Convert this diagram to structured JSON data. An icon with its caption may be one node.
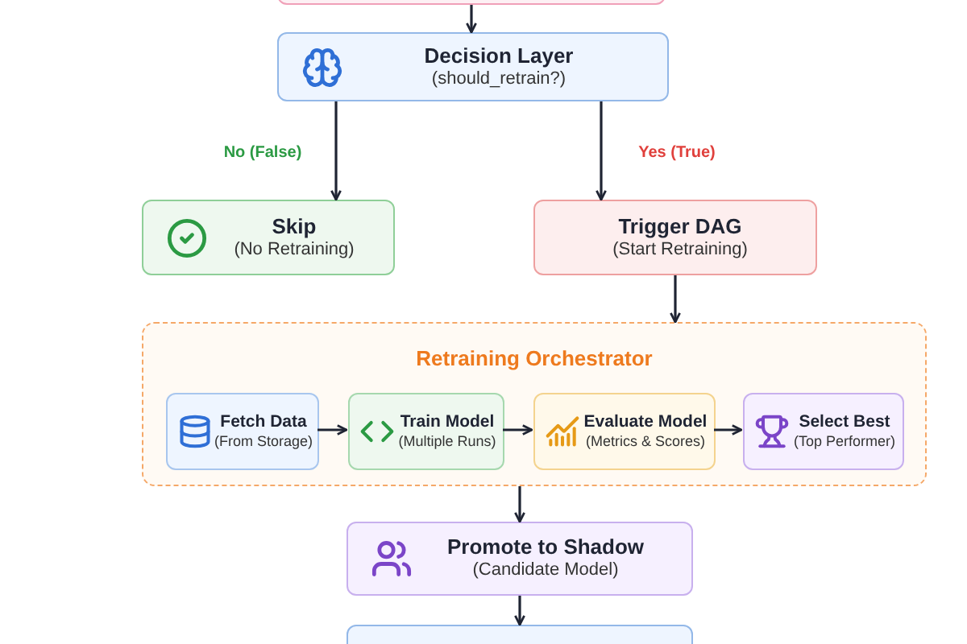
{
  "diagram": {
    "nodes": [
      {
        "text": [],
        "shape": "box"
      },
      {
        "text": [
          "Decision Layer",
          "(should_retrain?)"
        ]
      },
      {
        "text": [
          "Skip",
          "(No Retraining)"
        ]
      },
      {
        "text": [
          "Trigger DAG",
          "(Start Retraining)"
        ]
      },
      {
        "text": [
          "Retraining Orchestrator"
        ]
      },
      {
        "text": [
          "Fetch Data",
          "(From Storage)"
        ],
        "in": 4
      },
      {
        "text": [
          "Train Model",
          "(Multiple Runs)"
        ],
        "in": 4
      },
      {
        "text": [
          "Evaluate Model",
          "(Metrics & Scores)"
        ],
        "in": 4
      },
      {
        "text": [
          "Select Best",
          "(Top Performer)"
        ],
        "in": 4
      },
      {
        "text": [
          "Promote to Shadow",
          "(Candidate Model)"
        ]
      },
      {
        "text": [],
        "shape": "box"
      }
    ],
    "edges": [
      {
        "from": 0,
        "to": 1,
        "arrow": "to"
      },
      {
        "from": 1,
        "to": 2,
        "arrow": "to",
        "label": "No (False)"
      },
      {
        "from": 1,
        "to": 3,
        "arrow": "to",
        "label": "Yes (True)"
      },
      {
        "from": 3,
        "to": 4,
        "arrow": "to"
      },
      {
        "from": 5,
        "to": 6,
        "arrow": "to"
      },
      {
        "from": 6,
        "to": 7,
        "arrow": "to"
      },
      {
        "from": 7,
        "to": 8,
        "arrow": "to"
      },
      {
        "from": 4,
        "to": 9,
        "arrow": "to"
      },
      {
        "from": 9,
        "to": 10,
        "arrow": "to"
      }
    ]
  }
}
